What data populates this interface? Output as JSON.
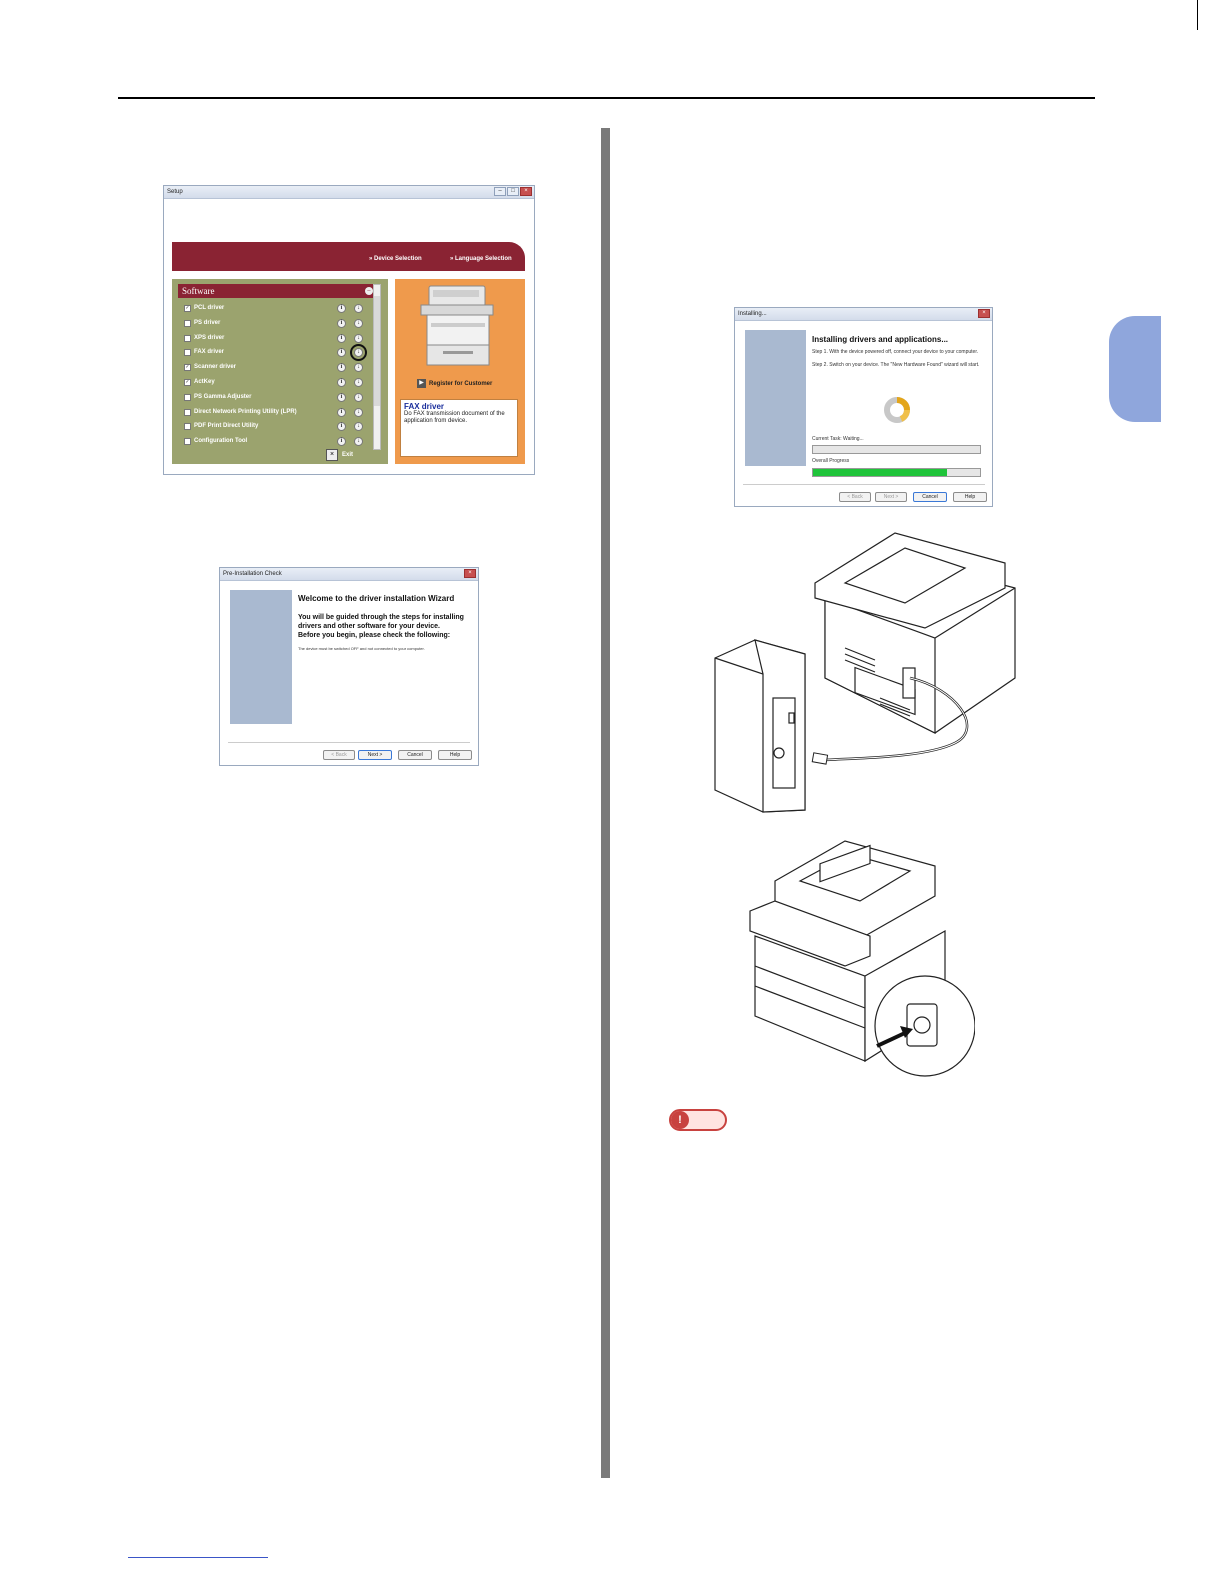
{
  "setup_window": {
    "title": "Setup",
    "nav": [
      "Device Selection",
      "Language Selection"
    ],
    "software_header": "Software",
    "items": [
      {
        "label": "PCL driver",
        "checked": true
      },
      {
        "label": "PS driver",
        "checked": false
      },
      {
        "label": "XPS driver",
        "checked": false
      },
      {
        "label": "FAX driver",
        "checked": false
      },
      {
        "label": "Scanner driver",
        "checked": true
      },
      {
        "label": "ActKey",
        "checked": true
      },
      {
        "label": "PS Gamma Adjuster",
        "checked": false
      },
      {
        "label": "Direct Network Printing Utility (LPR)",
        "checked": false
      },
      {
        "label": "PDF Print Direct Utility",
        "checked": false
      },
      {
        "label": "Configuration Tool",
        "checked": false
      }
    ],
    "exit_label": "Exit",
    "register_label": "Register for Customer",
    "description_title": "FAX driver",
    "description_text": "Do FAX transmission document of the application from device.",
    "accent_color": "#8a2333",
    "panel_color": "#9ba36e",
    "orange_color": "#ef9a4c"
  },
  "preinstall_window": {
    "title": "Pre-Installation Check",
    "heading": "Welcome to the driver installation Wizard",
    "paragraph1": "You will be guided through the steps for installing drivers and other software for your device.",
    "paragraph2": "Before you begin, please check the following:",
    "small_note": "The device must be switched OFF and not connected to your computer.",
    "buttons": {
      "back": "< Back",
      "next": "Next >",
      "cancel": "Cancel",
      "help": "Help"
    }
  },
  "installing_window": {
    "title": "Installing...",
    "heading": "Installing drivers and applications...",
    "step1": "Step 1. With the device powered off, connect your device to your computer.",
    "step2": "Step 2. Switch on your device. The \"New Hardware Found\" wizard will start.",
    "current_task": "Current Task: Waiting...",
    "overall_label": "Overall Progress",
    "overall_progress": 0.8,
    "buttons": {
      "back": "< Back",
      "next": "Next >",
      "cancel": "Cancel",
      "help": "Help"
    }
  },
  "note_icon": "exclamation-icon"
}
